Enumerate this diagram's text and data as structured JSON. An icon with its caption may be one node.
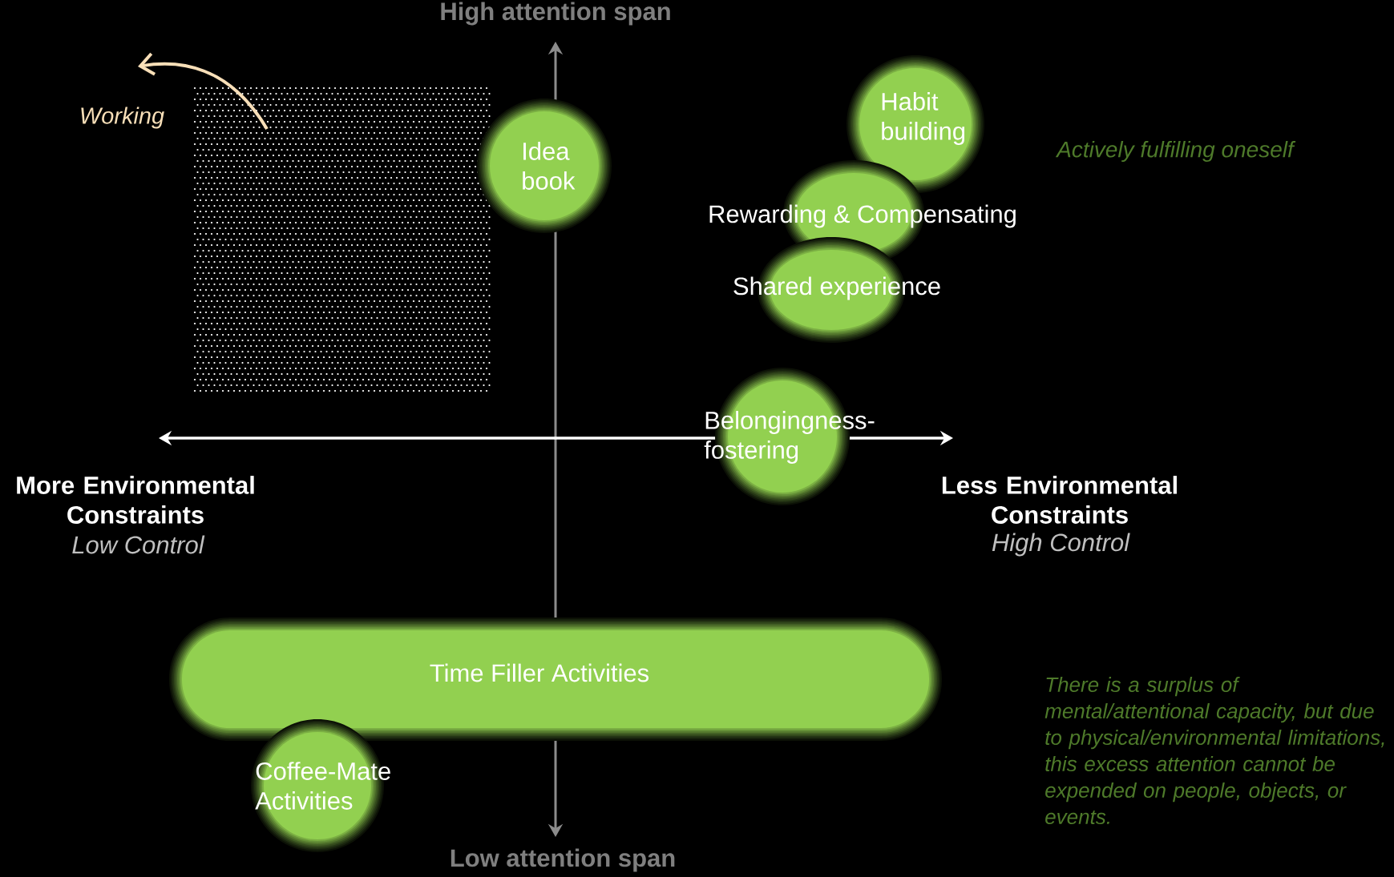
{
  "diagram": {
    "nodes": [
      {
        "text": [
          "Idea book"
        ]
      },
      {
        "text": [
          "Habit building"
        ]
      },
      {
        "text": [
          "Rewarding & Compensating"
        ]
      },
      {
        "text": [
          "Shared experience"
        ]
      },
      {
        "text": [
          "Belongingness-fostering"
        ]
      },
      {
        "text": [
          "Time Filler Activities"
        ]
      },
      {
        "text": [
          "Coffee-Mate Activities"
        ]
      }
    ],
    "labels": [
      "High attention span",
      "Working",
      "More Environmental Constraints",
      "Low Control",
      "Less Environmental Constraints",
      "High Control",
      "Actively fulfilling oneself",
      "There is a surplus of mental/attentional capacity, but due to physical/environmental limitations, this excess attention cannot be expended on people, objects, or events.",
      "Low attention span"
    ]
  }
}
